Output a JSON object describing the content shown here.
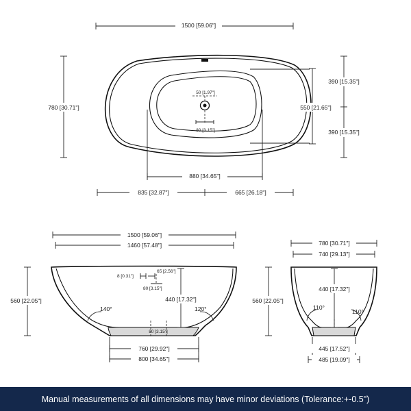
{
  "top_view": {
    "overall_length": "1500 [59.06\"]",
    "overall_width": "780 [30.71\"]",
    "upper_half": "390 [15.35\"]",
    "lower_half": "390 [15.35\"]",
    "inner_width": "550 [21.65\"]",
    "inner_length": "880 [34.65\"]",
    "drain_offset": "50 [1.97\"]",
    "drain_size": "80 [3.15\"]",
    "left_to_center": "835 [32.87\"]",
    "center_to_right": "665 [26.18\"]"
  },
  "side_view": {
    "top_length": "1500 [59.06\"]",
    "inner_top_length": "1460 [57.48\"]",
    "height": "560 [22.05\"]",
    "inner_depth": "440 [17.32\"]",
    "overflow_small": "8 [0.31\"]",
    "overflow_height": "65 [2.56\"]",
    "overflow_size": "80 [3.15\"]",
    "drain_foot": "80 [3.15\"]",
    "left_angle": "140°",
    "right_angle": "120°",
    "base_inner": "760 [29.92\"]",
    "base_outer": "800 [34.65\"]"
  },
  "end_view": {
    "top_width": "780 [30.71\"]",
    "inner_width": "740 [29.13\"]",
    "height": "560 [22.05\"]",
    "inner_depth": "440 [17.32\"]",
    "left_angle": "110°",
    "right_angle": "110°",
    "base_inner": "445 [17.52\"]",
    "base_outer": "485 [19.09\"]"
  },
  "footer": {
    "note": "Manual measurements of all dimensions may have minor deviations (Tolerance:+-0.5\")"
  }
}
